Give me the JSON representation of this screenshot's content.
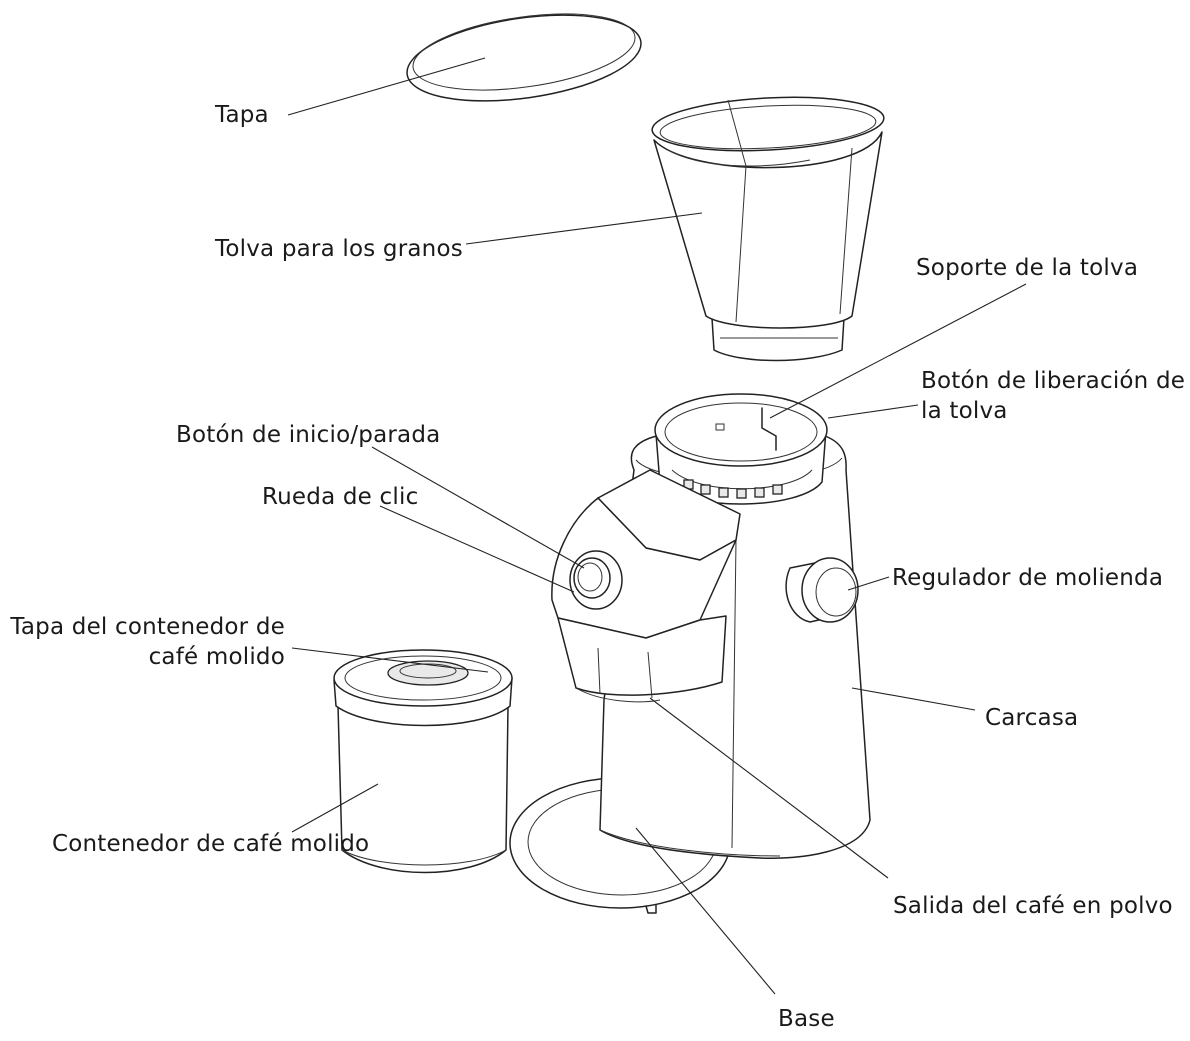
{
  "labels": {
    "tapa": "Tapa",
    "tolva": "Tolva para los granos",
    "soporte": "Soporte de la tolva",
    "liberacion_1": "Botón de liberación de",
    "liberacion_2": "la tolva",
    "inicio": "Botón de inicio/parada",
    "rueda": "Rueda de clic",
    "regulador": "Regulador de molienda",
    "tapa_contenedor_1": "Tapa del contenedor de",
    "tapa_contenedor_2": "café molido",
    "carcasa": "Carcasa",
    "contenedor": "Contenedor de café molido",
    "salida": "Salida del café en polvo",
    "base": "Base"
  }
}
